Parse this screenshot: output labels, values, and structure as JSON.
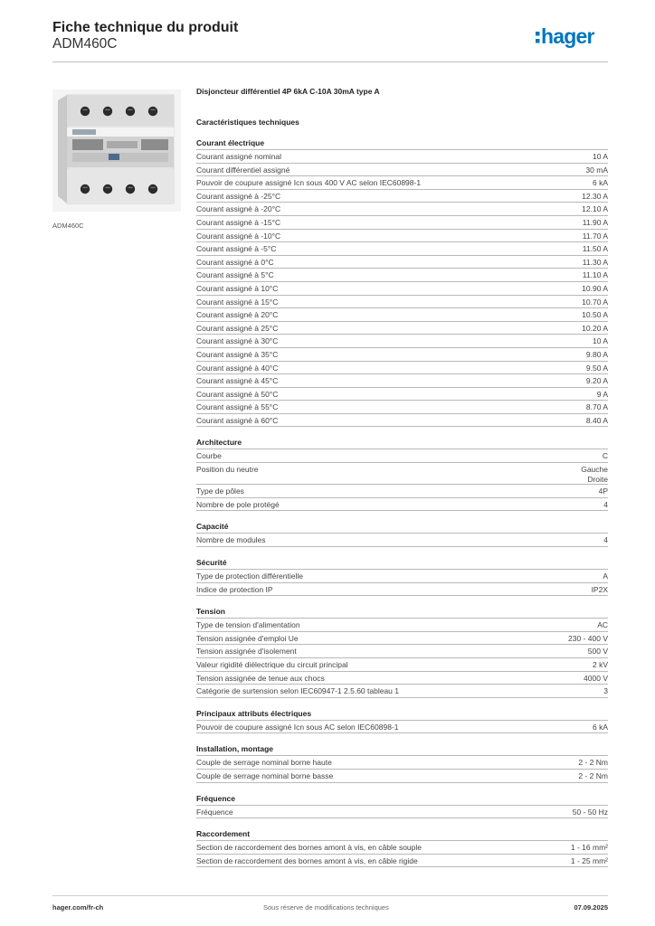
{
  "header": {
    "title": "Fiche technique du produit",
    "reference": "ADM460C",
    "brand": "hager",
    "brand_color": "#0076c0"
  },
  "image_caption": "ADM460C",
  "product_description": "Disjoncteur différentiel 4P 6kA C-10A 30mA type A",
  "tech_heading": "Caractéristiques techniques",
  "sections": [
    {
      "title": "Courant électrique",
      "rows": [
        {
          "label": "Courant assigné nominal",
          "value": "10 A"
        },
        {
          "label": "Courant différentiel assigné",
          "value": "30 mA"
        },
        {
          "label": "Pouvoir de coupure assigné Icn sous 400 V AC selon IEC60898-1",
          "value": "6 kA"
        },
        {
          "label": "Courant assigné à -25°C",
          "value": "12.30 A"
        },
        {
          "label": "Courant assigné à -20°C",
          "value": "12.10 A"
        },
        {
          "label": "Courant assigné à -15°C",
          "value": "11.90 A"
        },
        {
          "label": "Courant assigné à -10°C",
          "value": "11.70 A"
        },
        {
          "label": "Courant assigné à -5°C",
          "value": "11.50 A"
        },
        {
          "label": "Courant assigné à 0°C",
          "value": "11.30 A"
        },
        {
          "label": "Courant assigné à 5°C",
          "value": "11.10 A"
        },
        {
          "label": "Courant assigné à 10°C",
          "value": "10.90 A"
        },
        {
          "label": "Courant assigné à 15°C",
          "value": "10.70 A"
        },
        {
          "label": "Courant assigné à 20°C",
          "value": "10.50 A"
        },
        {
          "label": "Courant assigné à 25°C",
          "value": "10.20 A"
        },
        {
          "label": "Courant assigné à 30°C",
          "value": "10 A"
        },
        {
          "label": "Courant assigné à 35°C",
          "value": "9.80 A"
        },
        {
          "label": "Courant assigné à 40°C",
          "value": "9.50 A"
        },
        {
          "label": "Courant assigné à 45°C",
          "value": "9.20 A"
        },
        {
          "label": "Courant assigné à 50°C",
          "value": "9 A"
        },
        {
          "label": "Courant assigné à 55°C",
          "value": "8.70 A"
        },
        {
          "label": "Courant assigné à 60°C",
          "value": "8.40 A"
        }
      ]
    },
    {
      "title": "Architecture",
      "rows": [
        {
          "label": "Courbe",
          "value": "C"
        },
        {
          "label": "Position du neutre",
          "value": "Gauche\nDroite"
        },
        {
          "label": "Type de pôles",
          "value": "4P"
        },
        {
          "label": "Nombre de pole protégé",
          "value": "4"
        }
      ]
    },
    {
      "title": "Capacité",
      "rows": [
        {
          "label": "Nombre de modules",
          "value": "4"
        }
      ]
    },
    {
      "title": "Sécurité",
      "rows": [
        {
          "label": "Type de protection différentielle",
          "value": "A"
        },
        {
          "label": "Indice de protection IP",
          "value": "IP2X"
        }
      ]
    },
    {
      "title": "Tension",
      "rows": [
        {
          "label": "Type de tension d'alimentation",
          "value": "AC"
        },
        {
          "label": "Tension assignée d'emploi Ue",
          "value": "230 - 400 V"
        },
        {
          "label": "Tension assignée d'isolement",
          "value": "500 V"
        },
        {
          "label": "Valeur rigidité diélectrique du circuit principal",
          "value": "2 kV"
        },
        {
          "label": "Tension assignée de tenue aux chocs",
          "value": "4000 V"
        },
        {
          "label": "Catégorie de surtension selon IEC60947-1 2.5.60 tableau 1",
          "value": "3"
        }
      ]
    },
    {
      "title": "Principaux attributs électriques",
      "rows": [
        {
          "label": "Pouvoir de coupure assigné Icn sous AC selon IEC60898-1",
          "value": "6 kA"
        }
      ]
    },
    {
      "title": "Installation, montage",
      "rows": [
        {
          "label": "Couple de serrage nominal borne haute",
          "value": "2 - 2 Nm"
        },
        {
          "label": "Couple de serrage nominal borne basse",
          "value": "2 - 2 Nm"
        }
      ]
    },
    {
      "title": "Fréquence",
      "rows": [
        {
          "label": "Fréquence",
          "value": "50 - 50 Hz"
        }
      ]
    },
    {
      "title": "Raccordement",
      "rows": [
        {
          "label": "Section de raccordement des bornes amont à vis, en câble souple",
          "value": "1 - 16 mm²"
        },
        {
          "label": "Section de raccordement des bornes amont à vis, en câble rigide",
          "value": "1 - 25 mm²"
        }
      ]
    }
  ],
  "footer": {
    "website": "hager.com/fr-ch",
    "notice": "Sous réserve de modifications techniques",
    "date": "07.09.2025"
  }
}
